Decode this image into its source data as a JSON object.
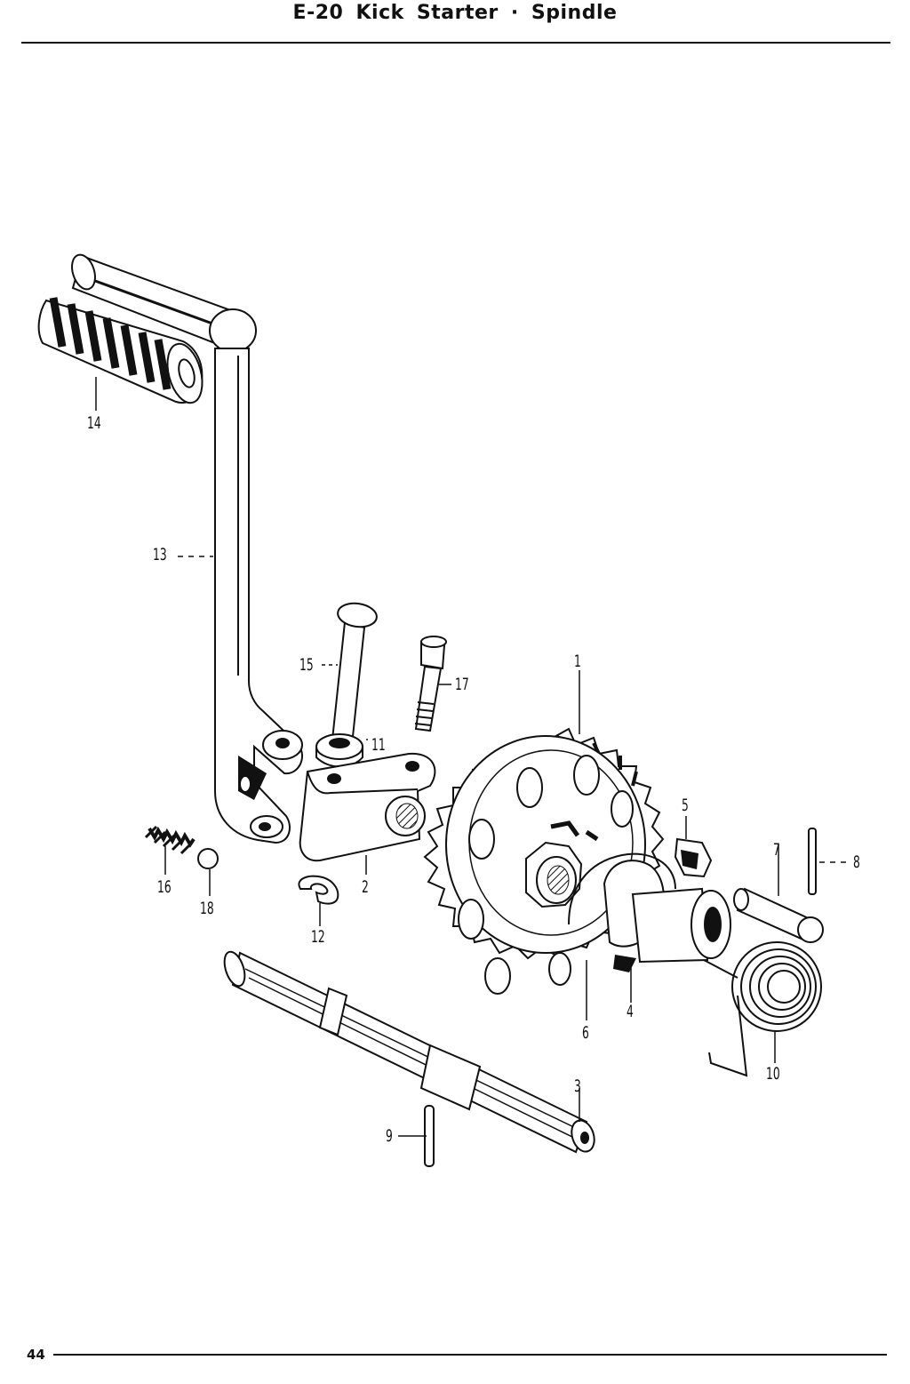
{
  "header": {
    "title": "E-20  Kick Starter · Spindle"
  },
  "footer": {
    "page_number": "44"
  },
  "callouts": [
    {
      "id": "1",
      "label": "1"
    },
    {
      "id": "2",
      "label": "2"
    },
    {
      "id": "3",
      "label": "3"
    },
    {
      "id": "4",
      "label": "4"
    },
    {
      "id": "5",
      "label": "5"
    },
    {
      "id": "6",
      "label": "6"
    },
    {
      "id": "7",
      "label": "7"
    },
    {
      "id": "8",
      "label": "8"
    },
    {
      "id": "9",
      "label": "9"
    },
    {
      "id": "10",
      "label": "10"
    },
    {
      "id": "11",
      "label": "11"
    },
    {
      "id": "12",
      "label": "12"
    },
    {
      "id": "13",
      "label": "13"
    },
    {
      "id": "14",
      "label": "14"
    },
    {
      "id": "15",
      "label": "15"
    },
    {
      "id": "16",
      "label": "16"
    },
    {
      "id": "17",
      "label": "17"
    },
    {
      "id": "18",
      "label": "18"
    }
  ]
}
